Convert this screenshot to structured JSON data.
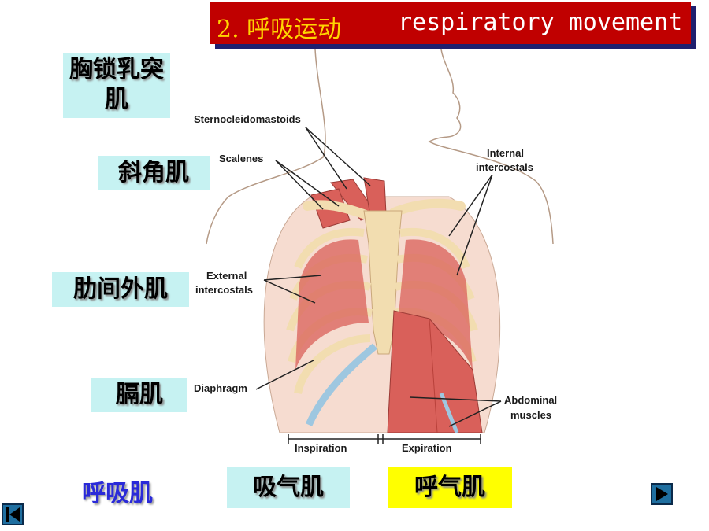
{
  "title": {
    "number": "2. 呼吸运动",
    "english": "respiratory movement"
  },
  "muscle_labels_cn": {
    "sternocleidomastoid": "胸锁乳突肌",
    "scalenes": "斜角肌",
    "external_intercostals": "肋间外肌",
    "diaphragm": "膈肌"
  },
  "bottom_labels": {
    "respiratory_muscles": "呼吸肌",
    "inspiratory_muscles": "吸气肌",
    "expiratory_muscles": "呼气肌"
  },
  "figure_labels": {
    "sternocleidomastoids": "Sternocleidomastoids",
    "scalenes": "Scalenes",
    "internal_1": "Internal",
    "internal_2": "intercostals",
    "external_1": "External",
    "external_2": "intercostals",
    "diaphragm": "Diaphragm",
    "abdominal_1": "Abdominal",
    "abdominal_2": "muscles",
    "inspiration": "Inspiration",
    "expiration": "Expiration"
  },
  "colors": {
    "title_bg": "#c00000",
    "title_number": "#ffd400",
    "title_text": "#ffffff",
    "label_cyan": "#c6f2f2",
    "label_yellow": "#ffff00",
    "label_blue_text": "#2a2ad8",
    "muscle_red": "#d9605a",
    "bone": "#f2ddb0",
    "cartilage": "#9ec7e0"
  }
}
